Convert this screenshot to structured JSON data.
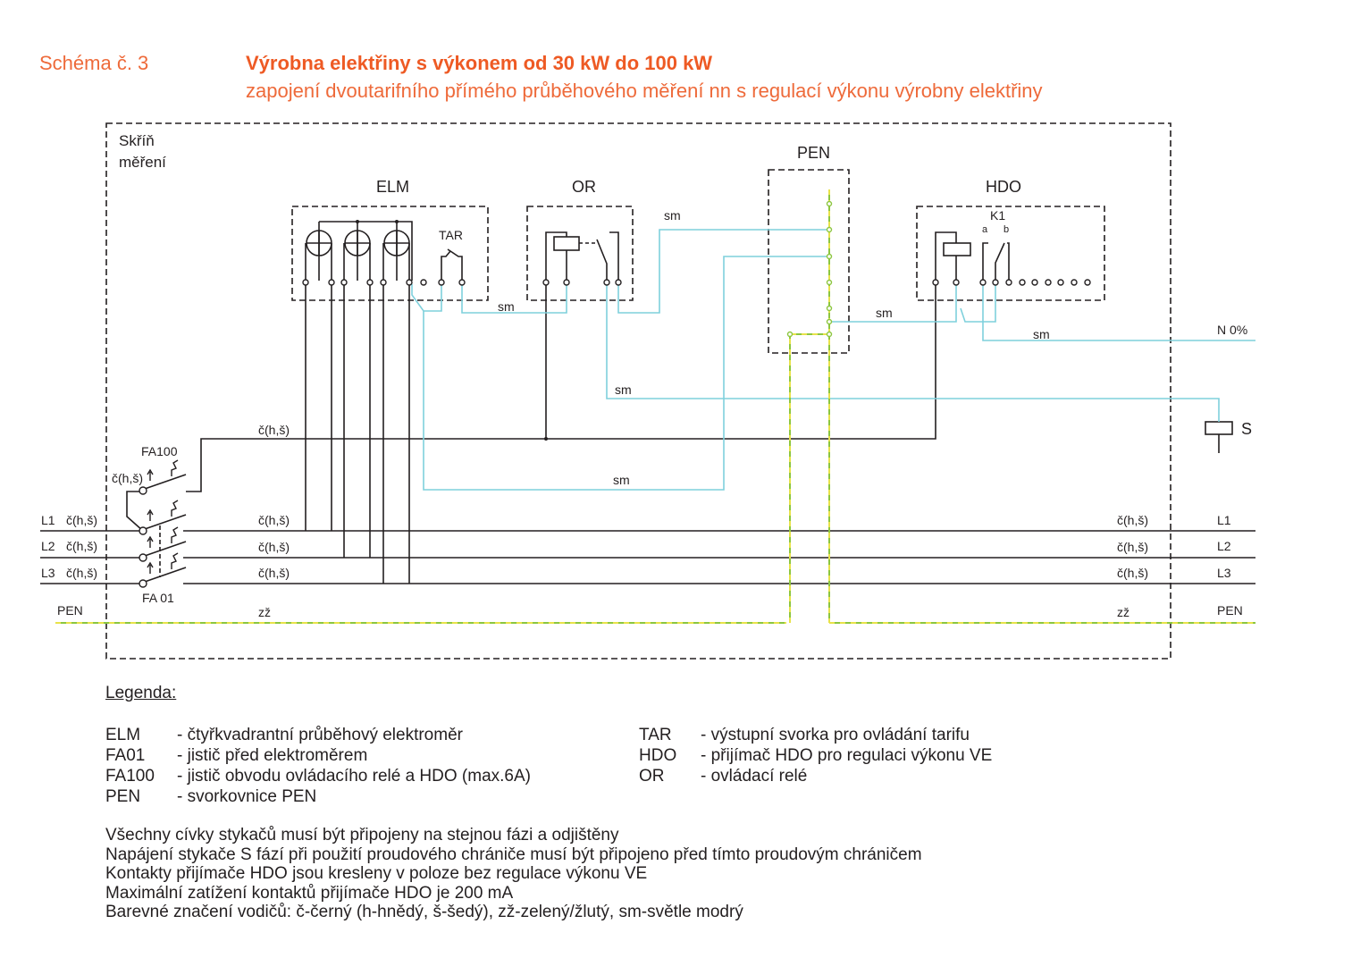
{
  "header": {
    "schema_number": "Schéma č. 3",
    "title": "Výrobna elektřiny s výkonem od 30 kW do 100 kW",
    "subtitle": "zapojení dvoutarifního přímého průběhového měření nn s regulací výkonu výrobny elektřiny"
  },
  "diagram": {
    "cabinet_label_line1": "Skříň",
    "cabinet_label_line2": "měření",
    "blocks": {
      "elm": "ELM",
      "tar": "TAR",
      "or": "OR",
      "pen": "PEN",
      "hdo": "HDO",
      "k1": "K1",
      "contact_a": "a",
      "contact_b": "b",
      "contactor_s": "S"
    },
    "breakers": {
      "fa100": "FA100",
      "fa01": "FA 01"
    },
    "wire_labels": {
      "sm": "sm",
      "phase": "č(h,š)",
      "pe": "zž"
    },
    "left_terminals": [
      "L1",
      "L2",
      "L3",
      "PEN"
    ],
    "right_terminals": [
      "L1",
      "L2",
      "L3",
      "PEN"
    ],
    "n_label": "N 0%",
    "colors": {
      "black_wire": "#231f20",
      "light_blue_wire": "#7fd0dc",
      "green_yellow_wire": "#8cc63f",
      "accent": "#ee6a3a"
    }
  },
  "legend": {
    "title": "Legenda:",
    "left": [
      {
        "key": "ELM",
        "desc": "- čtyřkvadrantní průběhový elektroměr"
      },
      {
        "key": "FA01",
        "desc": "- jistič před elektroměrem"
      },
      {
        "key": "FA100",
        "desc": "- jistič obvodu ovládacího relé a HDO (max.6A)"
      },
      {
        "key": "PEN",
        "desc": "- svorkovnice PEN"
      }
    ],
    "right": [
      {
        "key": "TAR",
        "desc": "- výstupní svorka pro ovládání tarifu"
      },
      {
        "key": "HDO",
        "desc": "- přijímač HDO pro regulaci výkonu VE"
      },
      {
        "key": "OR",
        "desc": "- ovládací relé"
      }
    ]
  },
  "notes": [
    "Všechny cívky stykačů musí být připojeny na stejnou fázi a odjištěny",
    "Napájení stykače S fází při použití proudového chrániče musí být připojeno před tímto proudovým chráničem",
    "Kontakty přijímače HDO jsou kresleny v poloze bez regulace výkonu VE",
    "Maximální zatížení kontaktů přijímače HDO je 200 mA",
    "Barevné značení vodičů: č-černý (h-hnědý, š-šedý), zž-zelený/žlutý, sm-světle modrý"
  ]
}
